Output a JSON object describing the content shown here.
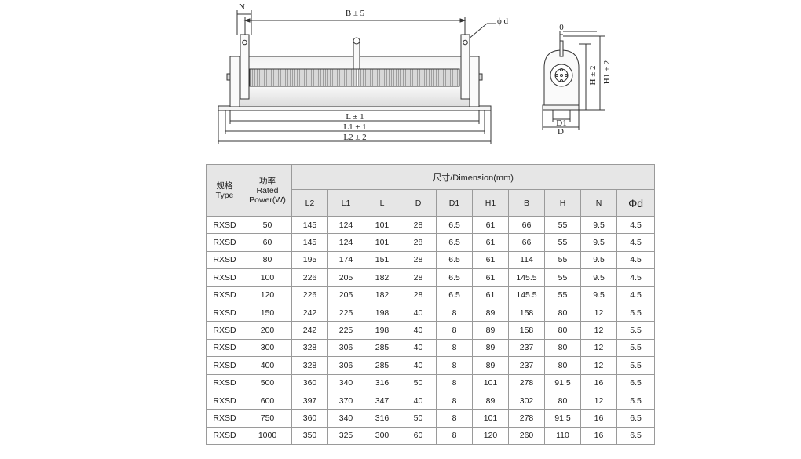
{
  "drawing": {
    "labels": {
      "N": "N",
      "B": "B ± 5",
      "phi_d": "ϕ d",
      "L": "L ± 1",
      "L1": "L1 ± 1",
      "L2": "L2 ± 2",
      "zero": "0",
      "H": "H ± 2",
      "H1": "H1 ± 2",
      "D1": "D1",
      "D": "D"
    }
  },
  "table": {
    "header": {
      "type_cn": "规格",
      "type_en": "Type",
      "power_cn": "功率",
      "power_en1": "Rated",
      "power_en2": "Power(W)",
      "dimension": "尺寸/Dimension(mm)",
      "columns": [
        "L2",
        "L1",
        "L",
        "D",
        "D1",
        "H1",
        "B",
        "H",
        "N",
        "Φd"
      ]
    },
    "rows": [
      {
        "type": "RXSD",
        "power": "50",
        "values": [
          "145",
          "124",
          "101",
          "28",
          "6.5",
          "61",
          "66",
          "55",
          "9.5",
          "4.5"
        ]
      },
      {
        "type": "RXSD",
        "power": "60",
        "values": [
          "145",
          "124",
          "101",
          "28",
          "6.5",
          "61",
          "66",
          "55",
          "9.5",
          "4.5"
        ]
      },
      {
        "type": "RXSD",
        "power": "80",
        "values": [
          "195",
          "174",
          "151",
          "28",
          "6.5",
          "61",
          "114",
          "55",
          "9.5",
          "4.5"
        ]
      },
      {
        "type": "RXSD",
        "power": "100",
        "values": [
          "226",
          "205",
          "182",
          "28",
          "6.5",
          "61",
          "145.5",
          "55",
          "9.5",
          "4.5"
        ]
      },
      {
        "type": "RXSD",
        "power": "120",
        "values": [
          "226",
          "205",
          "182",
          "28",
          "6.5",
          "61",
          "145.5",
          "55",
          "9.5",
          "4.5"
        ]
      },
      {
        "type": "RXSD",
        "power": "150",
        "values": [
          "242",
          "225",
          "198",
          "40",
          "8",
          "89",
          "158",
          "80",
          "12",
          "5.5"
        ]
      },
      {
        "type": "RXSD",
        "power": "200",
        "values": [
          "242",
          "225",
          "198",
          "40",
          "8",
          "89",
          "158",
          "80",
          "12",
          "5.5"
        ]
      },
      {
        "type": "RXSD",
        "power": "300",
        "values": [
          "328",
          "306",
          "285",
          "40",
          "8",
          "89",
          "237",
          "80",
          "12",
          "5.5"
        ]
      },
      {
        "type": "RXSD",
        "power": "400",
        "values": [
          "328",
          "306",
          "285",
          "40",
          "8",
          "89",
          "237",
          "80",
          "12",
          "5.5"
        ]
      },
      {
        "type": "RXSD",
        "power": "500",
        "values": [
          "360",
          "340",
          "316",
          "50",
          "8",
          "101",
          "278",
          "91.5",
          "16",
          "6.5"
        ]
      },
      {
        "type": "RXSD",
        "power": "600",
        "values": [
          "397",
          "370",
          "347",
          "40",
          "8",
          "89",
          "302",
          "80",
          "12",
          "5.5"
        ]
      },
      {
        "type": "RXSD",
        "power": "750",
        "values": [
          "360",
          "340",
          "316",
          "50",
          "8",
          "101",
          "278",
          "91.5",
          "16",
          "6.5"
        ]
      },
      {
        "type": "RXSD",
        "power": "1000",
        "values": [
          "350",
          "325",
          "300",
          "60",
          "8",
          "120",
          "260",
          "110",
          "16",
          "6.5"
        ]
      }
    ]
  }
}
